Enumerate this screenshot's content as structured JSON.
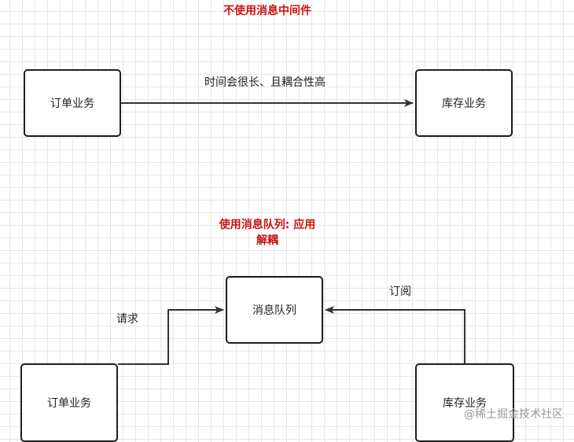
{
  "section_top": {
    "title": "不使用消息中间件",
    "order_box": "订单业务",
    "stock_box": "库存业务",
    "edge_label": "时间会很长、且耦合性高"
  },
  "section_bottom": {
    "title_line1": "使用消息队列: 应用",
    "title_line2": "解耦",
    "queue_box": "消息队列",
    "order_box": "订单业务",
    "stock_box": "库存业务",
    "request_label": "请求",
    "subscribe_label": "订阅"
  },
  "watermark": "@稀土掘金技术社区",
  "colors": {
    "title": "#cc1111",
    "box_border": "#1e1e1e",
    "grid": "#e6e6e6",
    "arrow": "#333333"
  }
}
